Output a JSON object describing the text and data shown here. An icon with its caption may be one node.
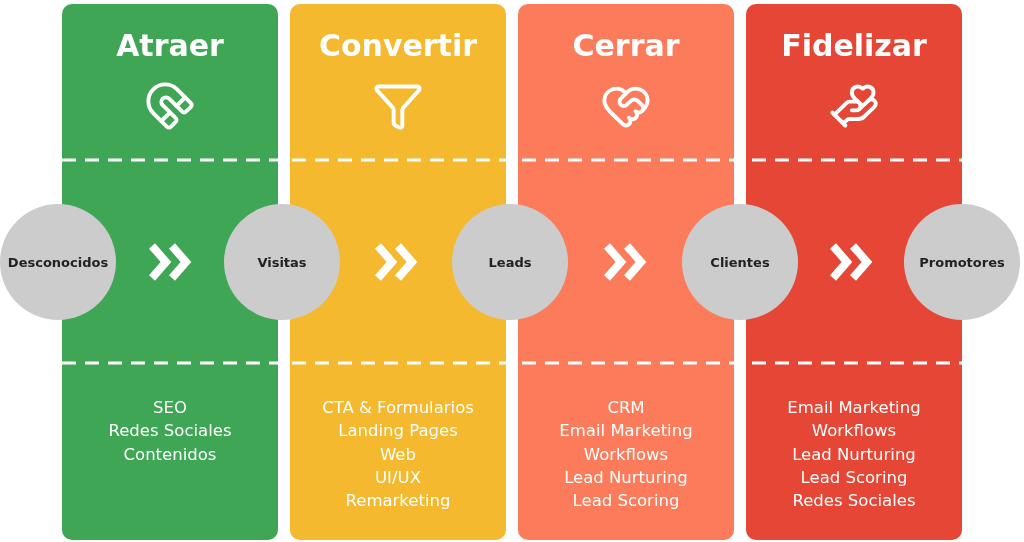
{
  "diagram": {
    "nodes": [
      {
        "text": [
          "Atraer",
          "SEO",
          "Redes Sociales",
          "Contenidos"
        ]
      },
      {
        "text": [
          "Convertir",
          "CTA & Formularios",
          "Landing Pages",
          "Web",
          "UI/UX",
          "Remarketing"
        ]
      },
      {
        "text": [
          "Cerrar",
          "CRM",
          "Email Marketing",
          "Workflows",
          "Lead Nurturing",
          "Lead Scoring"
        ]
      },
      {
        "text": [
          "Fidelizar",
          "Email Marketing",
          "Workflows",
          "Lead Nurturing",
          "Lead Scoring",
          "Redes Sociales"
        ]
      },
      {
        "text": [
          "Desconocidos"
        ]
      },
      {
        "text": [
          "Visitas"
        ]
      },
      {
        "text": [
          "Leads"
        ]
      },
      {
        "text": [
          "Clientes"
        ]
      },
      {
        "text": [
          "Promotores"
        ]
      }
    ],
    "edges": [
      {
        "from": 4,
        "to": 5,
        "arrow": "to"
      },
      {
        "from": 5,
        "to": 6,
        "arrow": "to"
      },
      {
        "from": 6,
        "to": 7,
        "arrow": "to"
      },
      {
        "from": 7,
        "to": 8,
        "arrow": "to"
      }
    ]
  }
}
